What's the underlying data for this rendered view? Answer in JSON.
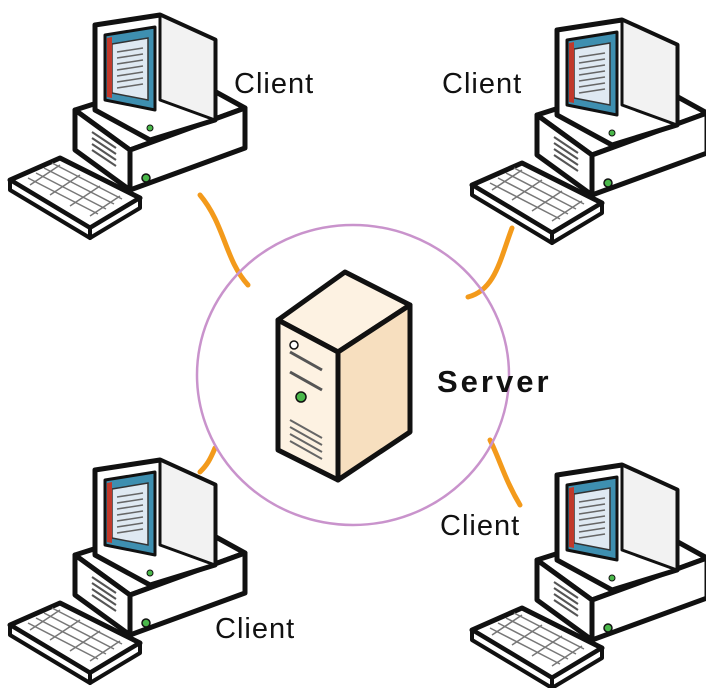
{
  "diagram": {
    "server": {
      "label": "Server",
      "icon": "server-tower-icon"
    },
    "clients": [
      {
        "label": "Client",
        "icon": "desktop-computer-icon"
      },
      {
        "label": "Client",
        "icon": "desktop-computer-icon"
      },
      {
        "label": "Client",
        "icon": "desktop-computer-icon"
      },
      {
        "label": "Client",
        "icon": "desktop-computer-icon"
      }
    ],
    "colors": {
      "ring": "#c993cc",
      "cable": "#f39a1b",
      "outline": "#111111",
      "monitor_body": "#ffffff",
      "screen": "#3e8fb0",
      "server_body": "#fdf2e2",
      "server_shade": "#f7dfbf",
      "led": "#4ab84a"
    }
  }
}
